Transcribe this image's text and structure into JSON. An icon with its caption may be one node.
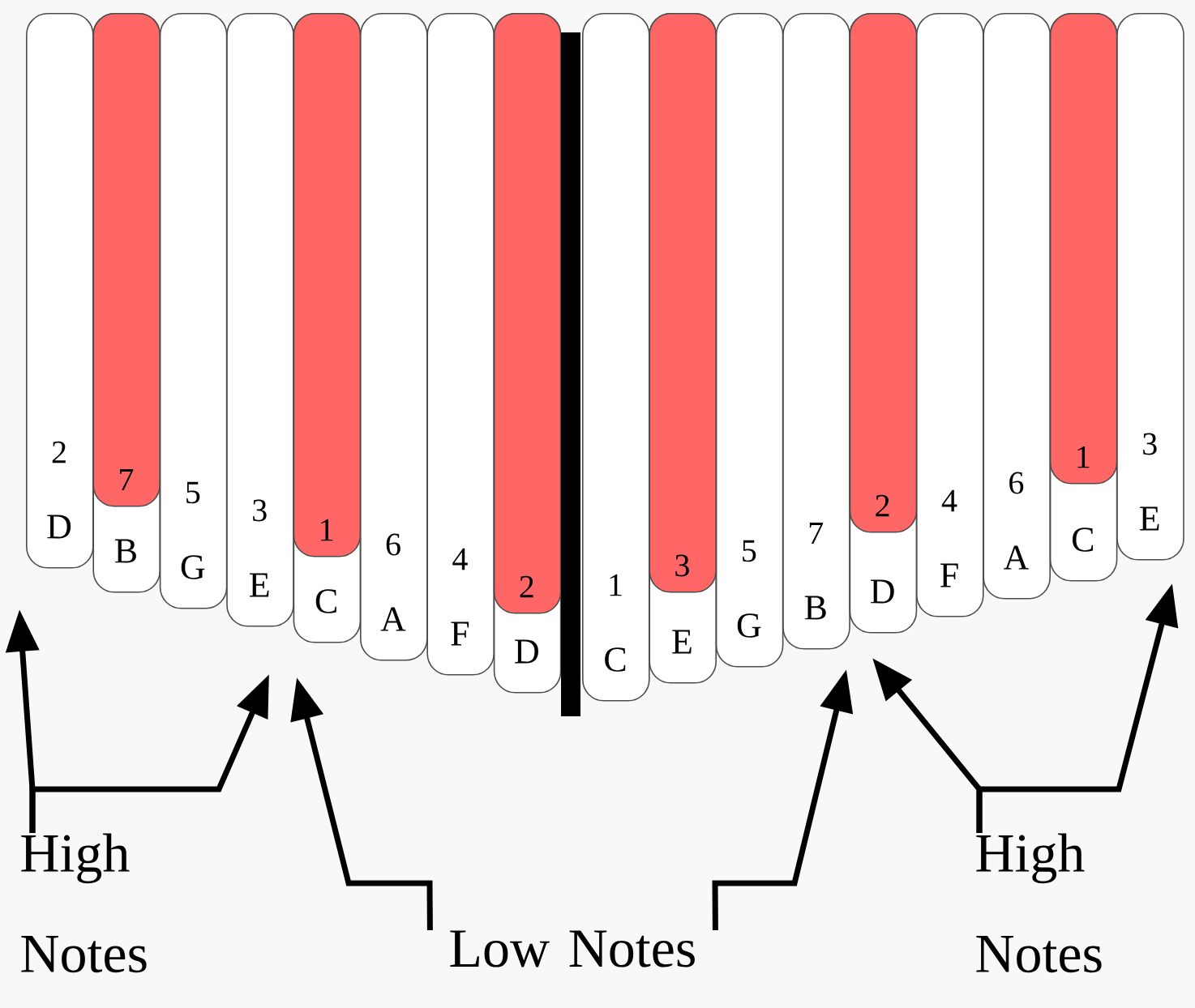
{
  "diagram": {
    "nodes": [
      {
        "text": [
          "2",
          "D"
        ]
      },
      {
        "text": [
          "B"
        ]
      },
      {
        "text": [
          "7"
        ],
        "in": 1
      },
      {
        "text": [
          "5",
          "G"
        ]
      },
      {
        "text": [
          "3",
          "E"
        ]
      },
      {
        "text": [
          "C"
        ]
      },
      {
        "text": [
          "1"
        ],
        "in": 5
      },
      {
        "text": [
          "6",
          "A"
        ]
      },
      {
        "text": [
          "4",
          "F"
        ]
      },
      {
        "text": [
          "D"
        ]
      },
      {
        "text": [
          "2"
        ],
        "in": 9
      },
      {
        "text": [
          "1",
          "C"
        ]
      },
      {
        "text": [
          "E"
        ]
      },
      {
        "text": [
          "3"
        ],
        "in": 12
      },
      {
        "text": [
          "5",
          "G"
        ]
      },
      {
        "text": [
          "7",
          "B"
        ]
      },
      {
        "text": [
          "D"
        ]
      },
      {
        "text": [
          "2"
        ],
        "in": 16
      },
      {
        "text": [
          "4",
          "F"
        ]
      },
      {
        "text": [
          "6",
          "A"
        ]
      },
      {
        "text": [
          "C"
        ]
      },
      {
        "text": [
          "1"
        ],
        "in": 20
      },
      {
        "text": [
          "3",
          "E"
        ]
      },
      {
        "text": [
          "High Notes"
        ]
      },
      {
        "text": [
          "Low Notes"
        ]
      },
      {
        "text": [
          "High Notes"
        ]
      }
    ],
    "edges": [
      {
        "from": 23,
        "to": null,
        "arrow": "to"
      },
      {
        "from": 23,
        "to": null,
        "arrow": "to"
      },
      {
        "from": 24,
        "to": null,
        "arrow": "to"
      },
      {
        "from": 24,
        "to": null,
        "arrow": "to"
      },
      {
        "from": 25,
        "to": null,
        "arrow": "to"
      },
      {
        "from": 25,
        "to": null,
        "arrow": "to"
      }
    ]
  }
}
